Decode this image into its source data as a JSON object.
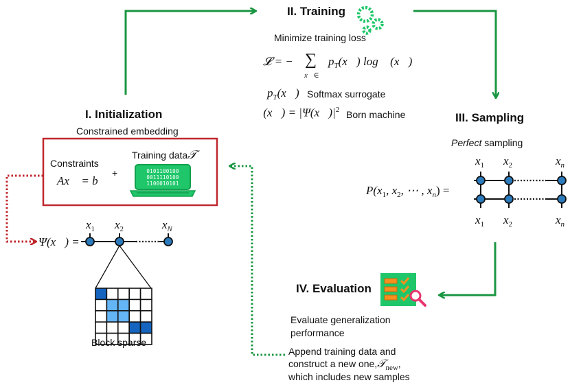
{
  "stages": {
    "init": {
      "title": "I. Initialization",
      "subtitle": "Constrained embedding"
    },
    "training": {
      "title": "II. Training",
      "subtitle": "Minimize training loss",
      "loss_lhs": "𝓛 = −",
      "loss_sum": "∑",
      "loss_sub": "x⃗∈𝒯",
      "loss_rhs": "p",
      "loss_rhs_sub": "T",
      "loss_rhs_tail": "(x⃗) log ℙ(x⃗)",
      "softmax_math": "p",
      "softmax_math_sub": "T",
      "softmax_math_tail": "(x⃗)",
      "softmax_label": "Softmax surrogate",
      "born_math": "ℙ(x⃗) = |Ψ(x⃗)|",
      "born_exp": "2",
      "born_label": "Born machine"
    },
    "sampling": {
      "title": "III. Sampling",
      "subtitle_italic": "Perfect",
      "subtitle_rest": " sampling",
      "lhs": "P(x",
      "lhs_1": "1",
      "lhs_mid": ", x",
      "lhs_2": "2",
      "lhs_tail": ", ⋯ , x",
      "lhs_n": "n",
      "lhs_end": ") ="
    },
    "evaluation": {
      "title": "IV. Evaluation",
      "desc_line1": "Evaluate generalization",
      "desc_line2": "performance",
      "append_line1": "Append training data and",
      "append_line2_pre": "construct a new one,",
      "append_math": "𝒯",
      "append_math_sub": "new",
      "append_line2_post": ",",
      "append_line3": "which includes new samples"
    }
  },
  "init_box": {
    "constraints_label": "Constraints",
    "constraint_eq": "Ax⃗ = b⃗",
    "plus": "+",
    "training_data_label": "Training data",
    "training_data_symbol": "𝒯",
    "binary_lines": [
      "0101100100",
      "0011110100",
      "1100010101"
    ]
  },
  "mps": {
    "psi": "Ψ(x⃗) =",
    "x1": "x",
    "x1_sub": "1",
    "x2": "x",
    "x2_sub": "2",
    "xN": "x",
    "xN_sub": "N",
    "block_label": "Block sparse"
  },
  "sampling_labels": {
    "top": [
      {
        "v": "x",
        "s": "1"
      },
      {
        "v": "x",
        "s": "2"
      },
      {
        "v": "x",
        "s": "n"
      }
    ],
    "bottom": [
      {
        "v": "x",
        "s": "1"
      },
      {
        "v": "x",
        "s": "2"
      },
      {
        "v": "x",
        "s": "n"
      }
    ]
  },
  "colors": {
    "green_arrow": "#1a9641",
    "red_box": "#c0272d",
    "red_dotted": "#c0272d",
    "node_fill": "#2b7bbd",
    "screen_green": "#1fc76a",
    "block_dark": "#1565c0",
    "block_light": "#64b5f6",
    "check_orange": "#f5901e",
    "magnifier_pink": "#e8336e"
  },
  "block_matrix": {
    "rows": 5,
    "cols": 5,
    "cells": [
      [
        2,
        0,
        0,
        0,
        0
      ],
      [
        0,
        1,
        1,
        0,
        0
      ],
      [
        0,
        1,
        1,
        0,
        0
      ],
      [
        0,
        0,
        0,
        2,
        2
      ],
      [
        0,
        0,
        0,
        0,
        0
      ]
    ]
  }
}
